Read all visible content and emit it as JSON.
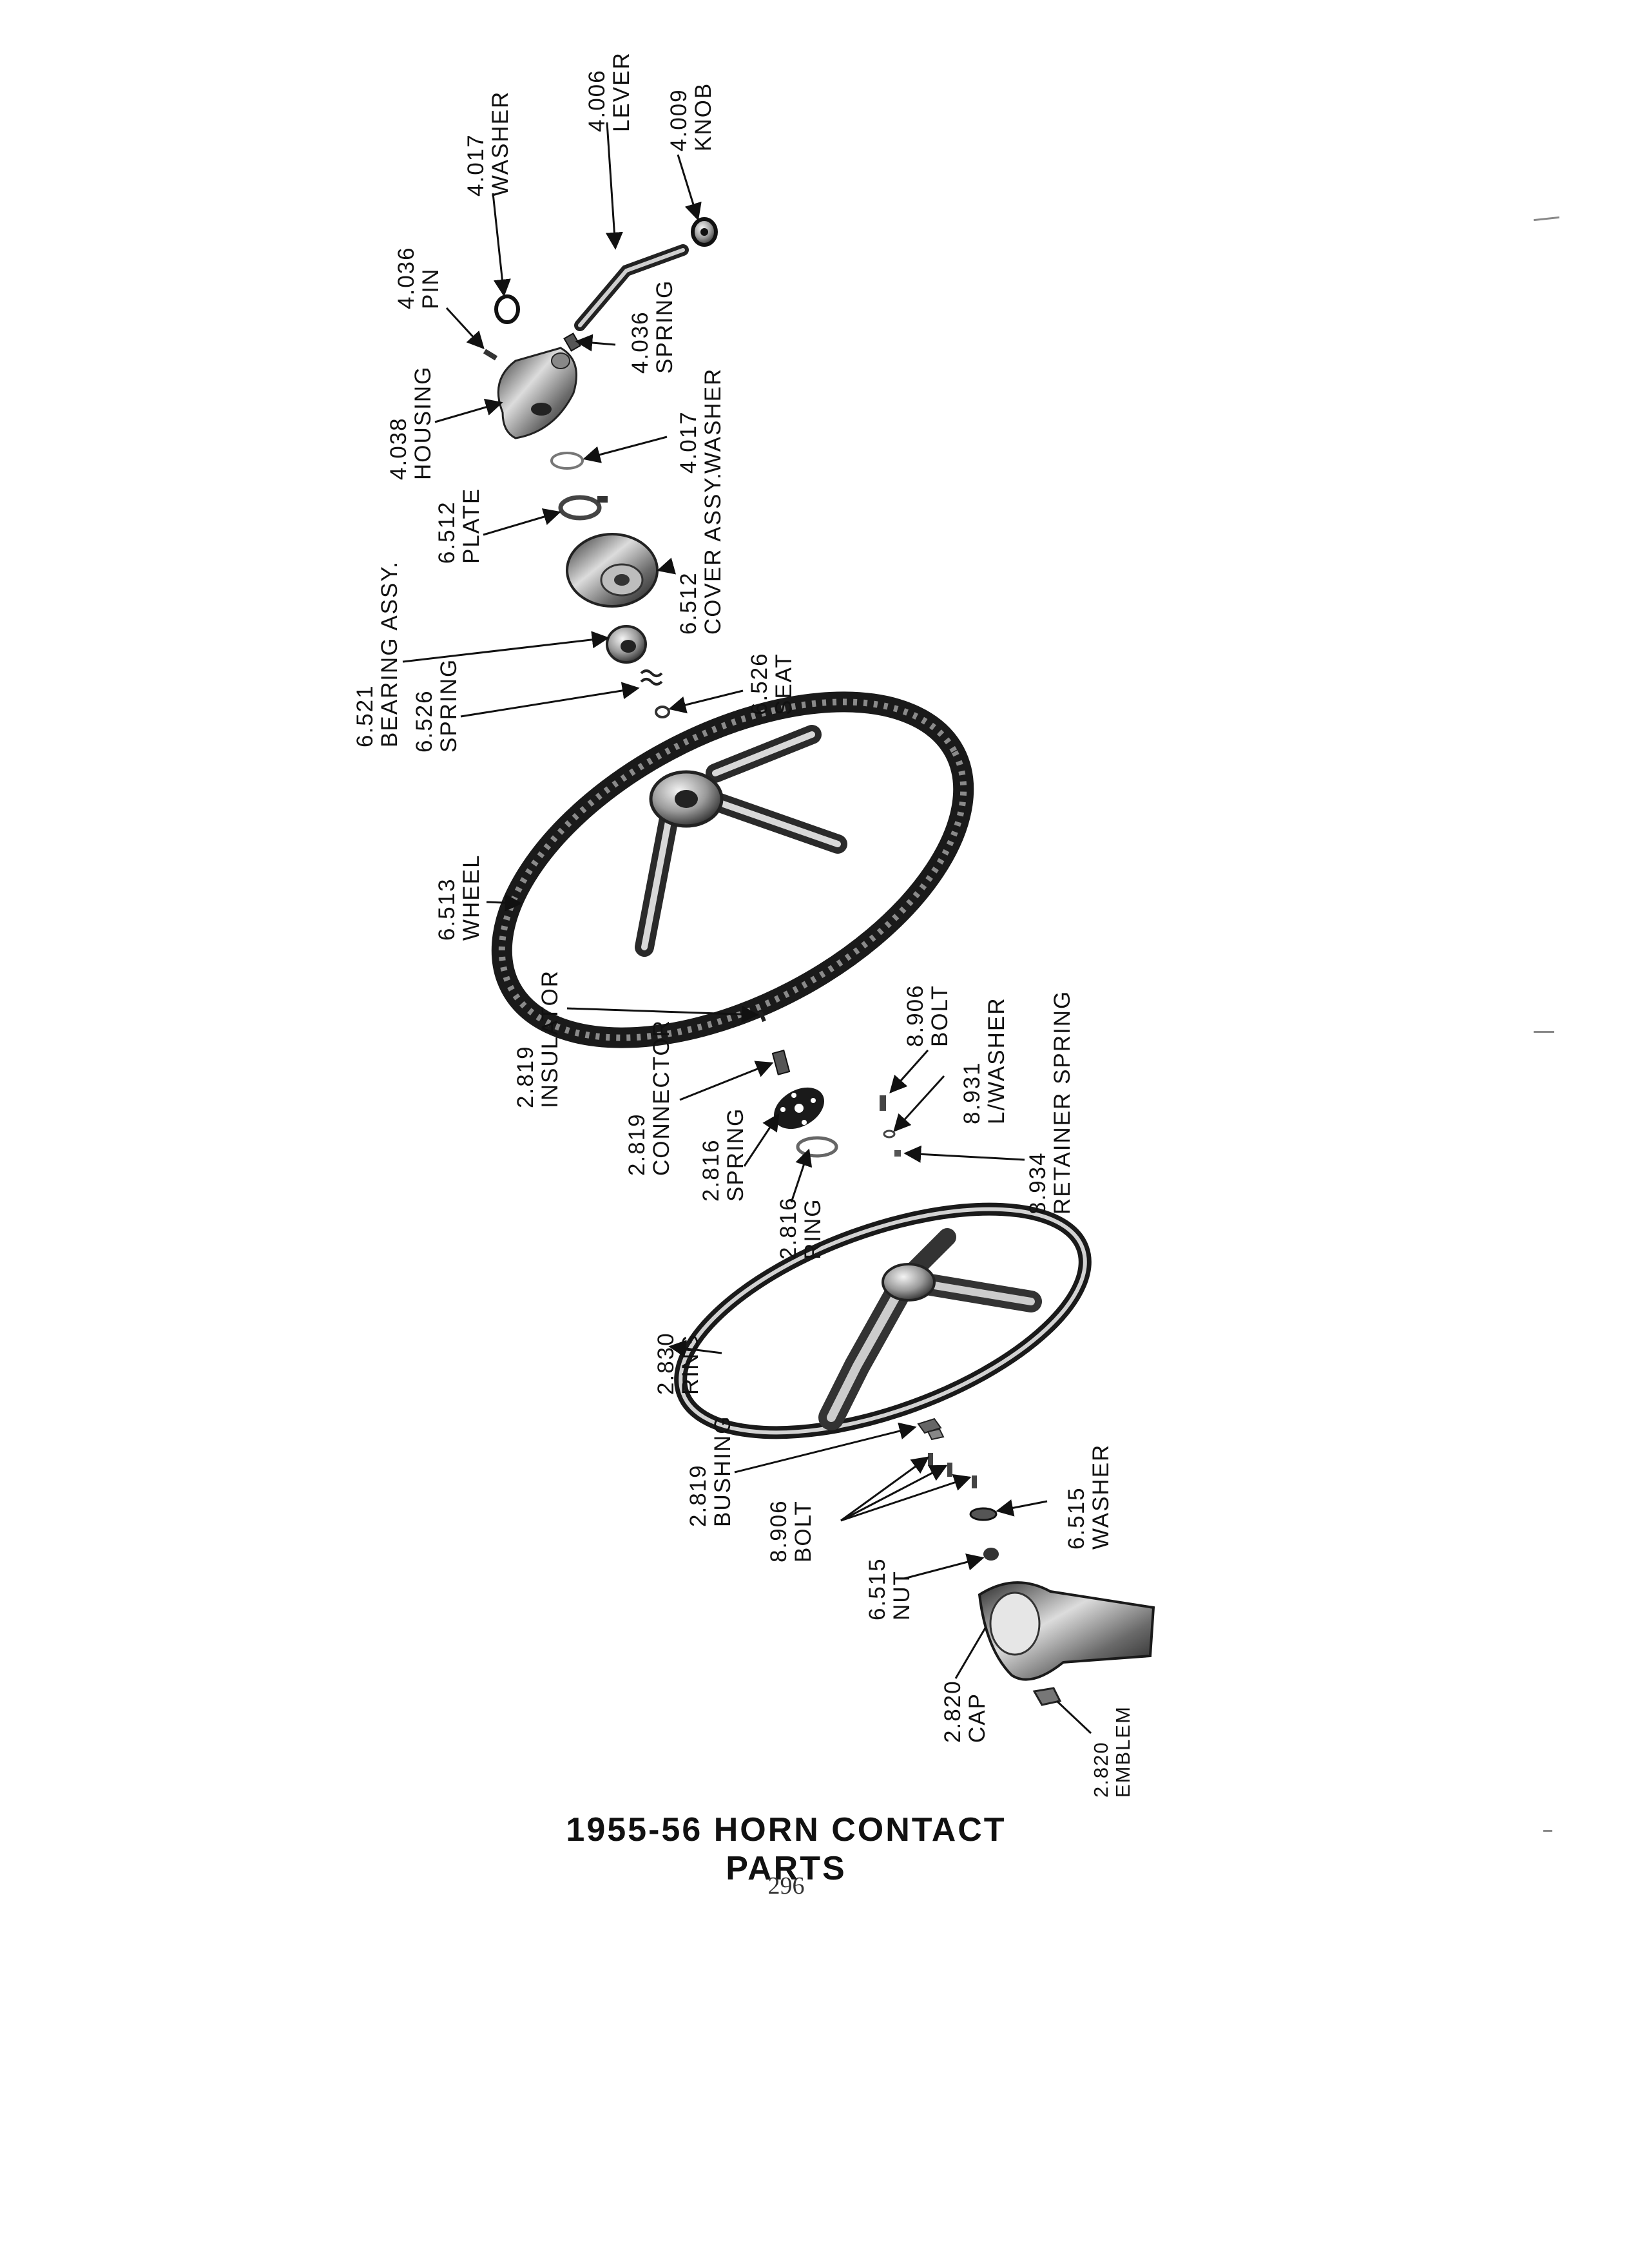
{
  "caption": "1955-56 HORN CONTACT PARTS",
  "page_number": "296",
  "labels": {
    "knob": {
      "num": "4.009",
      "name": "KNOB"
    },
    "lever": {
      "num": "4.006",
      "name": "LEVER"
    },
    "washer_top": {
      "num": "4.017",
      "name": "WASHER"
    },
    "pin": {
      "num": "4.036",
      "name": "PIN"
    },
    "spring_lever": {
      "num": "4.036",
      "name": "SPRING"
    },
    "housing": {
      "num": "4.038",
      "name": "HOUSING"
    },
    "washer_mid": {
      "num": "4.017",
      "name": "WASHER"
    },
    "plate": {
      "num": "6.512",
      "name": "PLATE"
    },
    "cover": {
      "num": "6.512",
      "name": "COVER ASSY."
    },
    "bearing": {
      "num": "6.521",
      "name": "BEARING ASSY."
    },
    "spring_seat": {
      "num": "6.526",
      "name": "SPRING"
    },
    "seat": {
      "num": "6.526",
      "name": "SEAT"
    },
    "wheel": {
      "num": "6.513",
      "name": "WHEEL"
    },
    "insulator": {
      "num": "2.819",
      "name": "INSULATOR"
    },
    "connector": {
      "num": "2.819",
      "name": "CONNECTOR"
    },
    "bolt_top": {
      "num": "8.906",
      "name": "BOLT"
    },
    "lwasher": {
      "num": "8.931",
      "name": "L/WASHER"
    },
    "retainer": {
      "num": "8.934",
      "name": "RETAINER SPRING"
    },
    "spring_horn": {
      "num": "2.816",
      "name": "SPRING"
    },
    "ring_small": {
      "num": "2.816",
      "name": "RING"
    },
    "ring_horn": {
      "num": "2.830",
      "name": "RING"
    },
    "bushing": {
      "num": "2.819",
      "name": "BUSHING"
    },
    "bolt_bottom": {
      "num": "8.906",
      "name": "BOLT"
    },
    "washer_bottom": {
      "num": "6.515",
      "name": "WASHER"
    },
    "nut": {
      "num": "6.515",
      "name": "NUT"
    },
    "cap": {
      "num": "2.820",
      "name": "CAP"
    },
    "emblem": {
      "num": "2.820",
      "name": "EMBLEM"
    }
  }
}
